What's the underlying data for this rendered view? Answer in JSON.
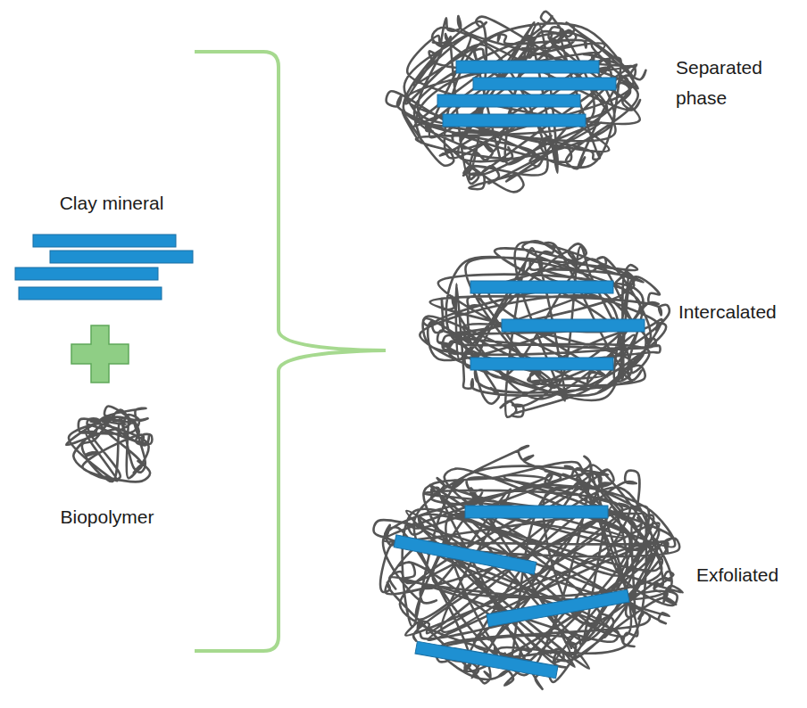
{
  "diagram": {
    "labels": [
      "Clay mineral",
      "Biopolymer",
      "Separated phase",
      "Intercalated",
      "Exfoliated"
    ]
  }
}
